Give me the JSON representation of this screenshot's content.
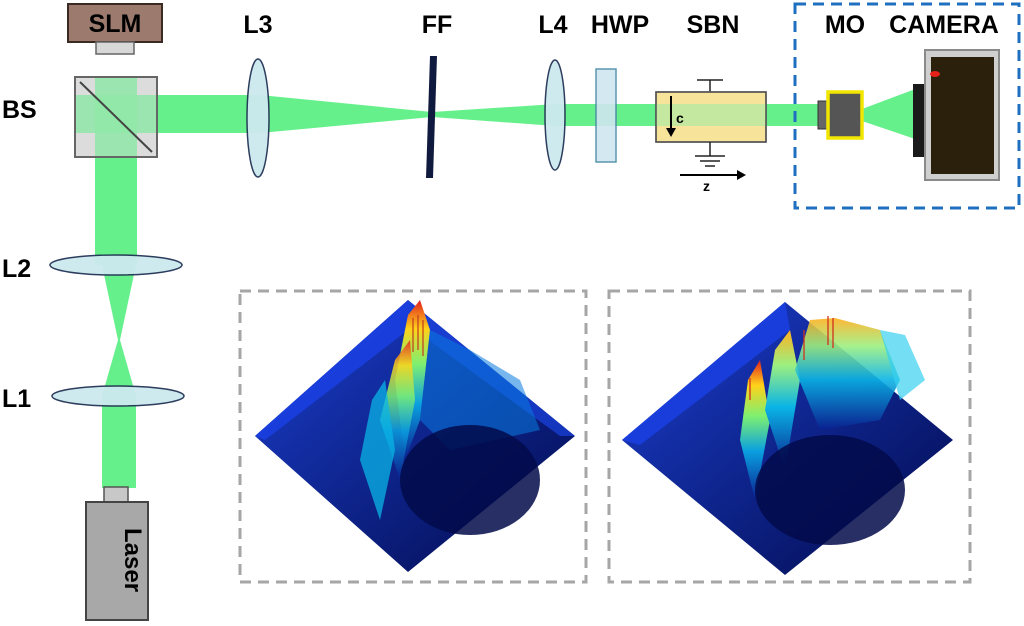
{
  "labels": {
    "slm": "SLM",
    "bs": "BS",
    "l3": "L3",
    "ff": "FF",
    "l4": "L4",
    "hwp": "HWP",
    "sbn": "SBN",
    "mo": "MO",
    "camera": "CAMERA",
    "l2": "L2",
    "l1": "L1",
    "laser": "Laser",
    "c_axis": "c",
    "z_axis": "z"
  },
  "colors": {
    "beam": "#66f08c",
    "lens_fill": "#cde9ee",
    "lens_stroke": "#223355",
    "slm_box": "#9c7a6e",
    "bs_box": "#dcdcdc",
    "sbn_crystal": "#f7e39a",
    "hwp_plate": "#cfe6ef",
    "filter_bar": "#101a3e",
    "mo_yellow": "#f2e600",
    "camera_body": "#cfcfcf",
    "camera_screen": "#2a200b",
    "camera_dot": "#e8201a",
    "laser_body": "#a8a8a8",
    "dashed_blue": "#1f6fc0",
    "dashed_gray": "#a6a6a6",
    "plot_low": "#0a1f8f",
    "plot_high": "#e02020"
  },
  "icons": [
    "spatial-light-modulator-icon",
    "beam-splitter-icon",
    "lens-icon",
    "fourier-filter-icon",
    "half-wave-plate-icon",
    "sbn-crystal-icon",
    "microscope-objective-icon",
    "camera-icon",
    "laser-icon",
    "ground-icon"
  ]
}
